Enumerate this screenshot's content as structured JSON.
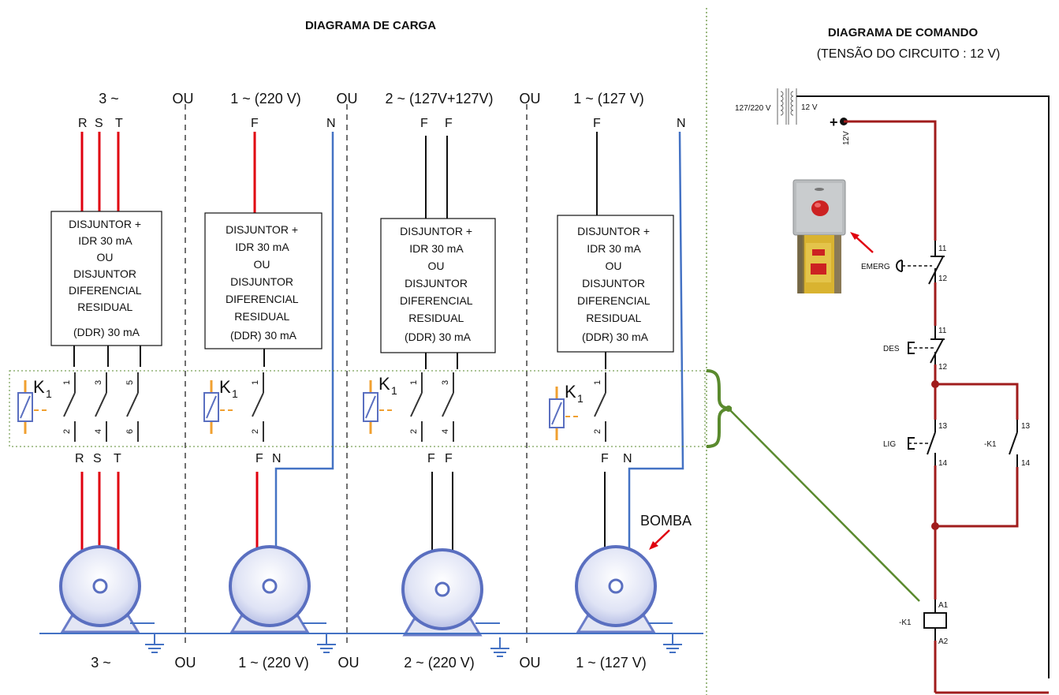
{
  "load_diagram": {
    "title": "DIAGRAMA DE CARGA",
    "top_headers": [
      "3 ~",
      "OU",
      "1 ~ (220 V)",
      "OU",
      "2 ~ (127V+127V)",
      "OU",
      "1 ~ (127 V)"
    ],
    "bottom_headers": [
      "3 ~",
      "OU",
      "1 ~ (220 V)",
      "OU",
      "2 ~ (220 V)",
      "OU",
      "1 ~ (127 V)"
    ],
    "col1_top_labels": [
      "R",
      "S",
      "T"
    ],
    "col2_top_labels": [
      "F",
      "N"
    ],
    "col3_top_labels": [
      "F",
      "F"
    ],
    "col4_top_labels": [
      "F",
      "N"
    ],
    "col1_bottom_labels": [
      "R",
      "S",
      "T"
    ],
    "col2_bottom_labels": [
      "F",
      "N"
    ],
    "col3_bottom_labels": [
      "F",
      "F"
    ],
    "col4_bottom_labels": [
      "F",
      "N"
    ],
    "breaker_text": [
      "DISJUNTOR +",
      "IDR 30 mA",
      "OU",
      "DISJUNTOR",
      "DIFERENCIAL",
      "RESIDUAL",
      "(DDR) 30 mA"
    ],
    "contactor_label": "K",
    "contactor_sub": "1",
    "contact_numbers_3ph": [
      "1",
      "3",
      "5",
      "2",
      "4",
      "6"
    ],
    "contact_numbers_2ph": [
      "1",
      "3",
      "2",
      "4"
    ],
    "contact_numbers_1ph": [
      "1",
      "2"
    ],
    "pump_label": "BOMBA"
  },
  "command_diagram": {
    "title": "DIAGRAMA DE COMANDO",
    "subtitle": "(TENSÃO DO CIRCUITO : 12 V)",
    "transformer_primary": "127/220 V",
    "transformer_secondary": "12 V",
    "plus_sign": "+",
    "supply_label": "12V",
    "emerg_label": "EMERG",
    "emerg_terms": [
      "11",
      "12"
    ],
    "des_label": "DES",
    "des_terms": [
      "11",
      "12"
    ],
    "lig_label": "LIG",
    "lig_terms": [
      "13",
      "14"
    ],
    "k1_contact_label": "-K1",
    "k1_contact_terms": [
      "13",
      "14"
    ],
    "coil_label": "-K1",
    "coil_terms": [
      "A1",
      "A2"
    ]
  },
  "colors": {
    "phase_red": "#e0000f",
    "neutral_blue": "#4472c4",
    "control_dark_red": "#a01c1c",
    "green_link": "#5a8a2e",
    "orange_dash": "#f0a030",
    "motor_blue": "#5a6fc0"
  }
}
